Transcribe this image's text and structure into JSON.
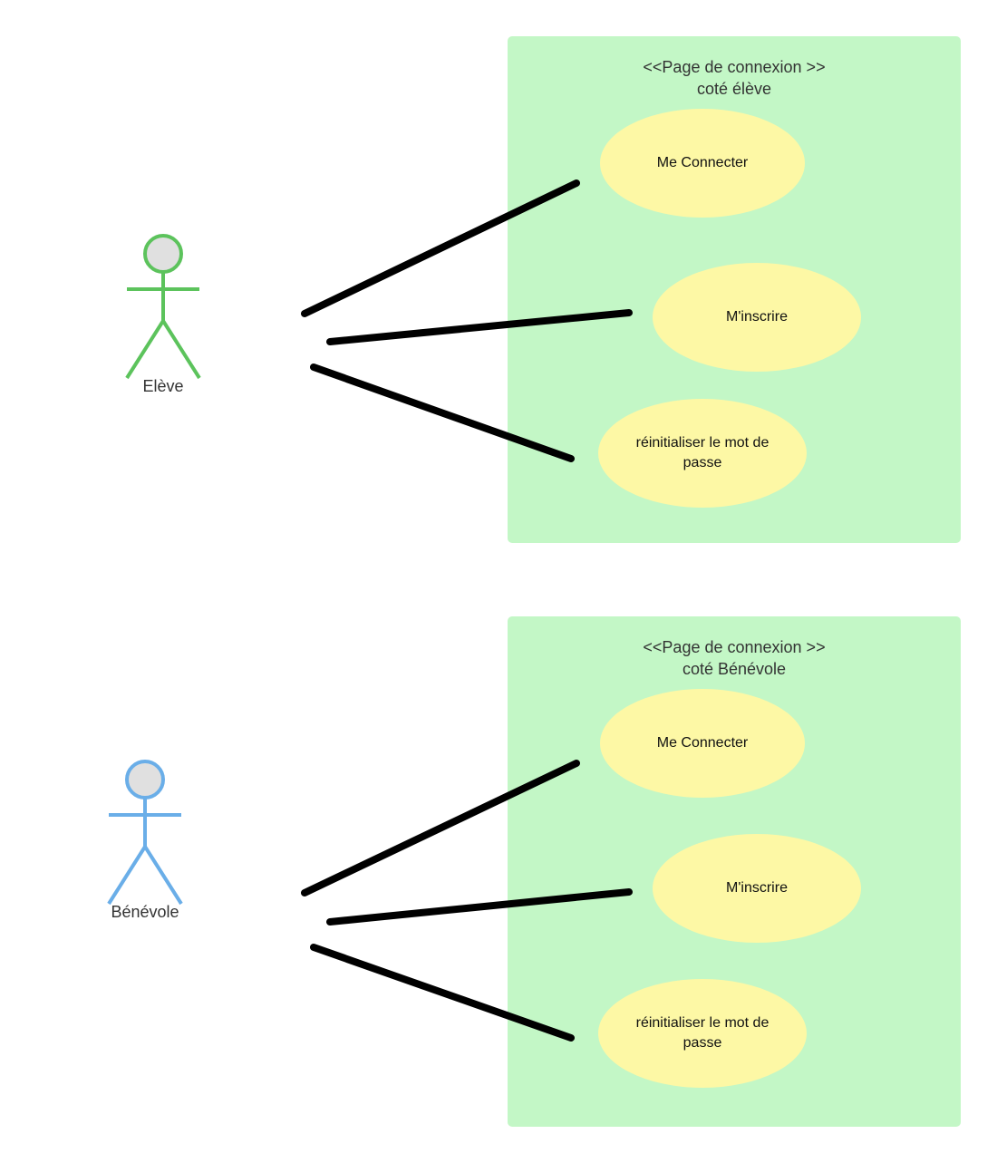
{
  "diagrams": [
    {
      "system_title_line1": "<<Page de connexion >>",
      "system_title_line2": "coté élève",
      "actor_name": "Elève",
      "actor_color": "#5cc35c",
      "use_cases": [
        "Me Connecter",
        "M'inscrire",
        "réinitialiser le mot de passe"
      ]
    },
    {
      "system_title_line1": "<<Page de connexion >>",
      "system_title_line2": "coté Bénévole",
      "actor_name": "Bénévole",
      "actor_color": "#6aaee8",
      "use_cases": [
        "Me Connecter",
        "M'inscrire",
        "réinitialiser le mot de passe"
      ]
    }
  ],
  "colors": {
    "system_fill": "#c3f7c6",
    "usecase_fill": "#fdf8a5",
    "actor_head_fill": "#e0e0e0",
    "association_line": "#000000"
  }
}
